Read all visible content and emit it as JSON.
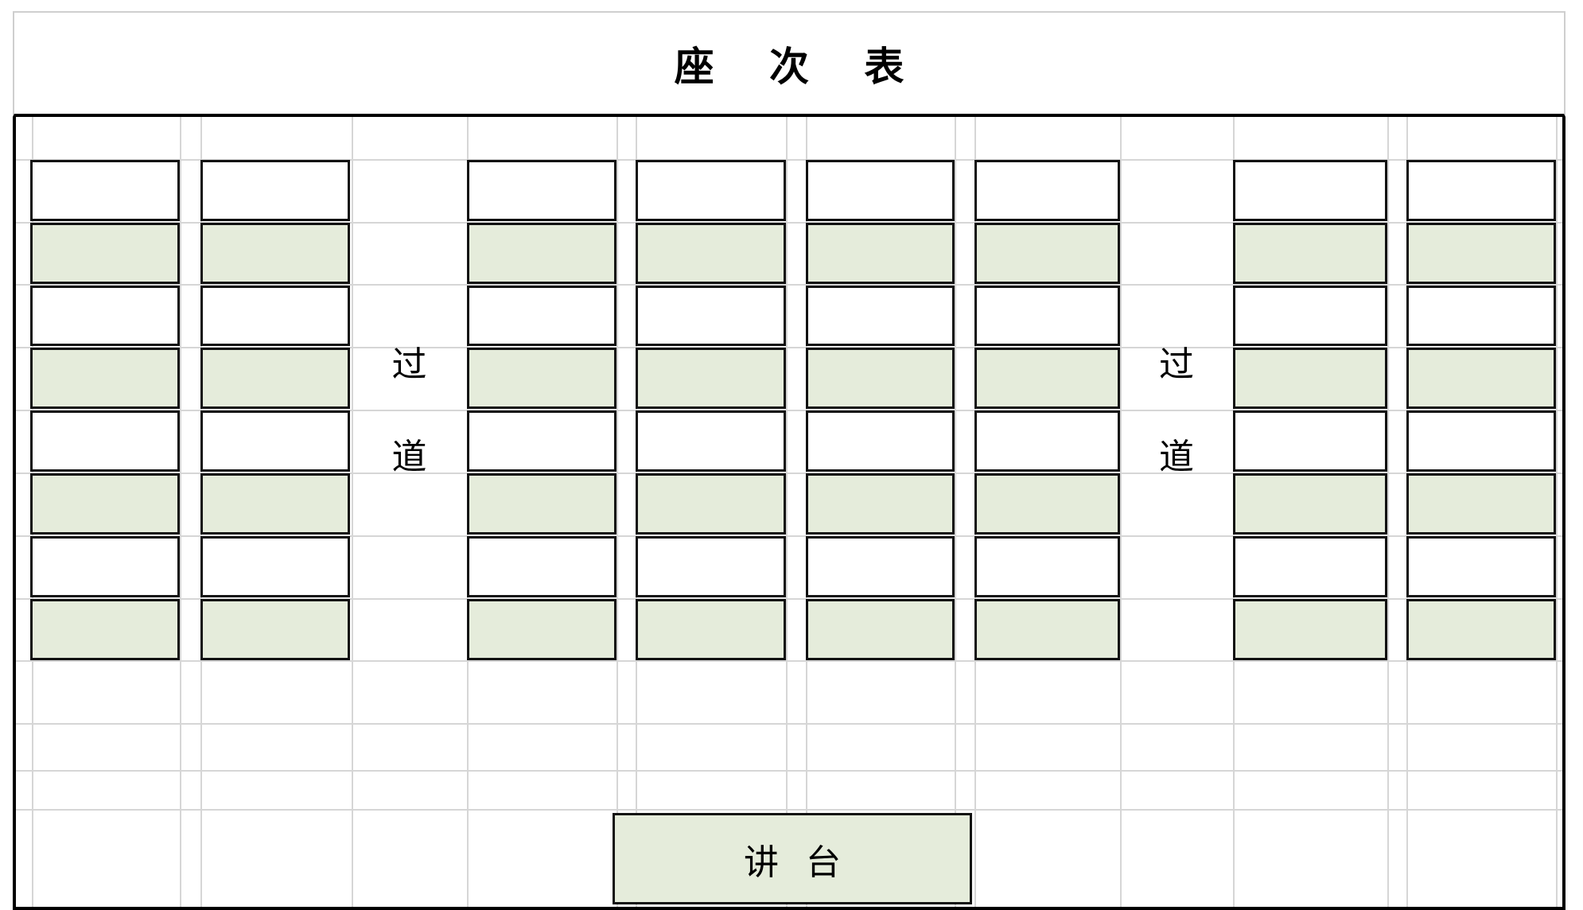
{
  "page": {
    "title": "座 次 表",
    "background_color": "#ffffff"
  },
  "colors": {
    "desk_empty": "#ffffff",
    "desk_filled": "#e5ecdb",
    "desk_border": "#111111",
    "gridline": "#d6d6d6",
    "frame_border": "#000000",
    "podium_fill": "#e5ecdb"
  },
  "seating": {
    "row_count": 8,
    "column_count": 8,
    "block_layout": [
      "left-2",
      "aisle",
      "center-4",
      "aisle",
      "right-2"
    ],
    "fill_pattern": "alternating rows: odd rows empty (white), even rows filled (green)",
    "rows": [
      {
        "index": 1,
        "state": "empty",
        "seats": [
          "",
          "",
          "",
          "",
          "",
          "",
          "",
          ""
        ]
      },
      {
        "index": 2,
        "state": "filled",
        "seats": [
          "",
          "",
          "",
          "",
          "",
          "",
          "",
          ""
        ]
      },
      {
        "index": 3,
        "state": "empty",
        "seats": [
          "",
          "",
          "",
          "",
          "",
          "",
          "",
          ""
        ]
      },
      {
        "index": 4,
        "state": "filled",
        "seats": [
          "",
          "",
          "",
          "",
          "",
          "",
          "",
          ""
        ]
      },
      {
        "index": 5,
        "state": "empty",
        "seats": [
          "",
          "",
          "",
          "",
          "",
          "",
          "",
          ""
        ]
      },
      {
        "index": 6,
        "state": "filled",
        "seats": [
          "",
          "",
          "",
          "",
          "",
          "",
          "",
          ""
        ]
      },
      {
        "index": 7,
        "state": "empty",
        "seats": [
          "",
          "",
          "",
          "",
          "",
          "",
          "",
          ""
        ]
      },
      {
        "index": 8,
        "state": "filled",
        "seats": [
          "",
          "",
          "",
          "",
          "",
          "",
          "",
          ""
        ]
      }
    ]
  },
  "aisles": [
    {
      "id": "aisle-left",
      "char_top": "过",
      "char_bottom": "道"
    },
    {
      "id": "aisle-right",
      "char_top": "过",
      "char_bottom": "道"
    }
  ],
  "podium": {
    "label": "讲 台"
  }
}
